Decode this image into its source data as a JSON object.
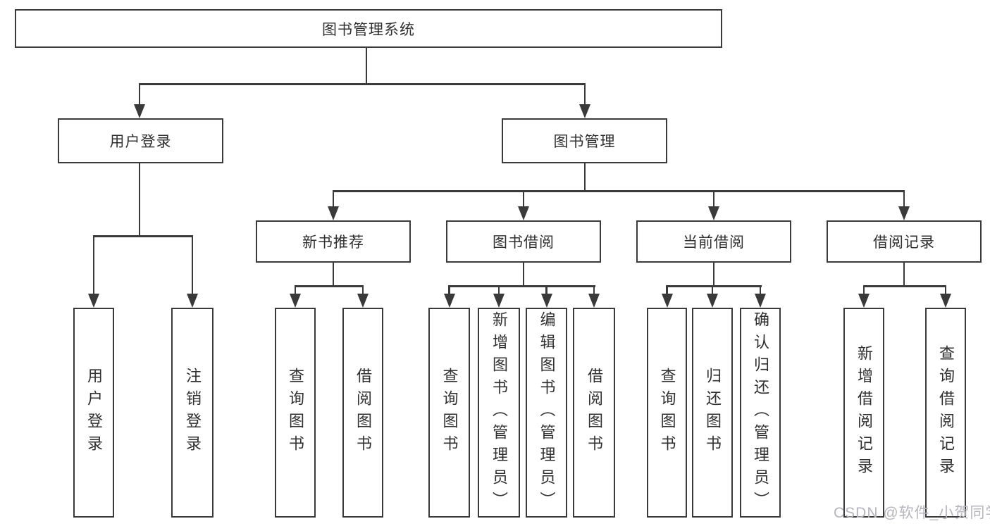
{
  "tree": {
    "root": {
      "label": "图书管理系统"
    },
    "branches": [
      {
        "label": "用户登录",
        "leaves": [
          {
            "label": "用户登录"
          },
          {
            "label": "注销登录"
          }
        ]
      },
      {
        "label": "图书管理",
        "groups": [
          {
            "label": "新书推荐",
            "leaves": [
              {
                "label": "查询图书"
              },
              {
                "label": "借阅图书"
              }
            ]
          },
          {
            "label": "图书借阅",
            "leaves": [
              {
                "label": "查询图书"
              },
              {
                "label": "新增图书（管理员）"
              },
              {
                "label": "编辑图书（管理员）"
              },
              {
                "label": "借阅图书"
              }
            ]
          },
          {
            "label": "当前借阅",
            "leaves": [
              {
                "label": "查询图书"
              },
              {
                "label": "归还图书"
              },
              {
                "label": "确认归还（管理员）"
              }
            ]
          },
          {
            "label": "借阅记录",
            "leaves": [
              {
                "label": "新增借阅记录"
              },
              {
                "label": "查询借阅记录"
              }
            ]
          }
        ]
      }
    ]
  },
  "watermark": "CSDN @软件_小贺同学"
}
